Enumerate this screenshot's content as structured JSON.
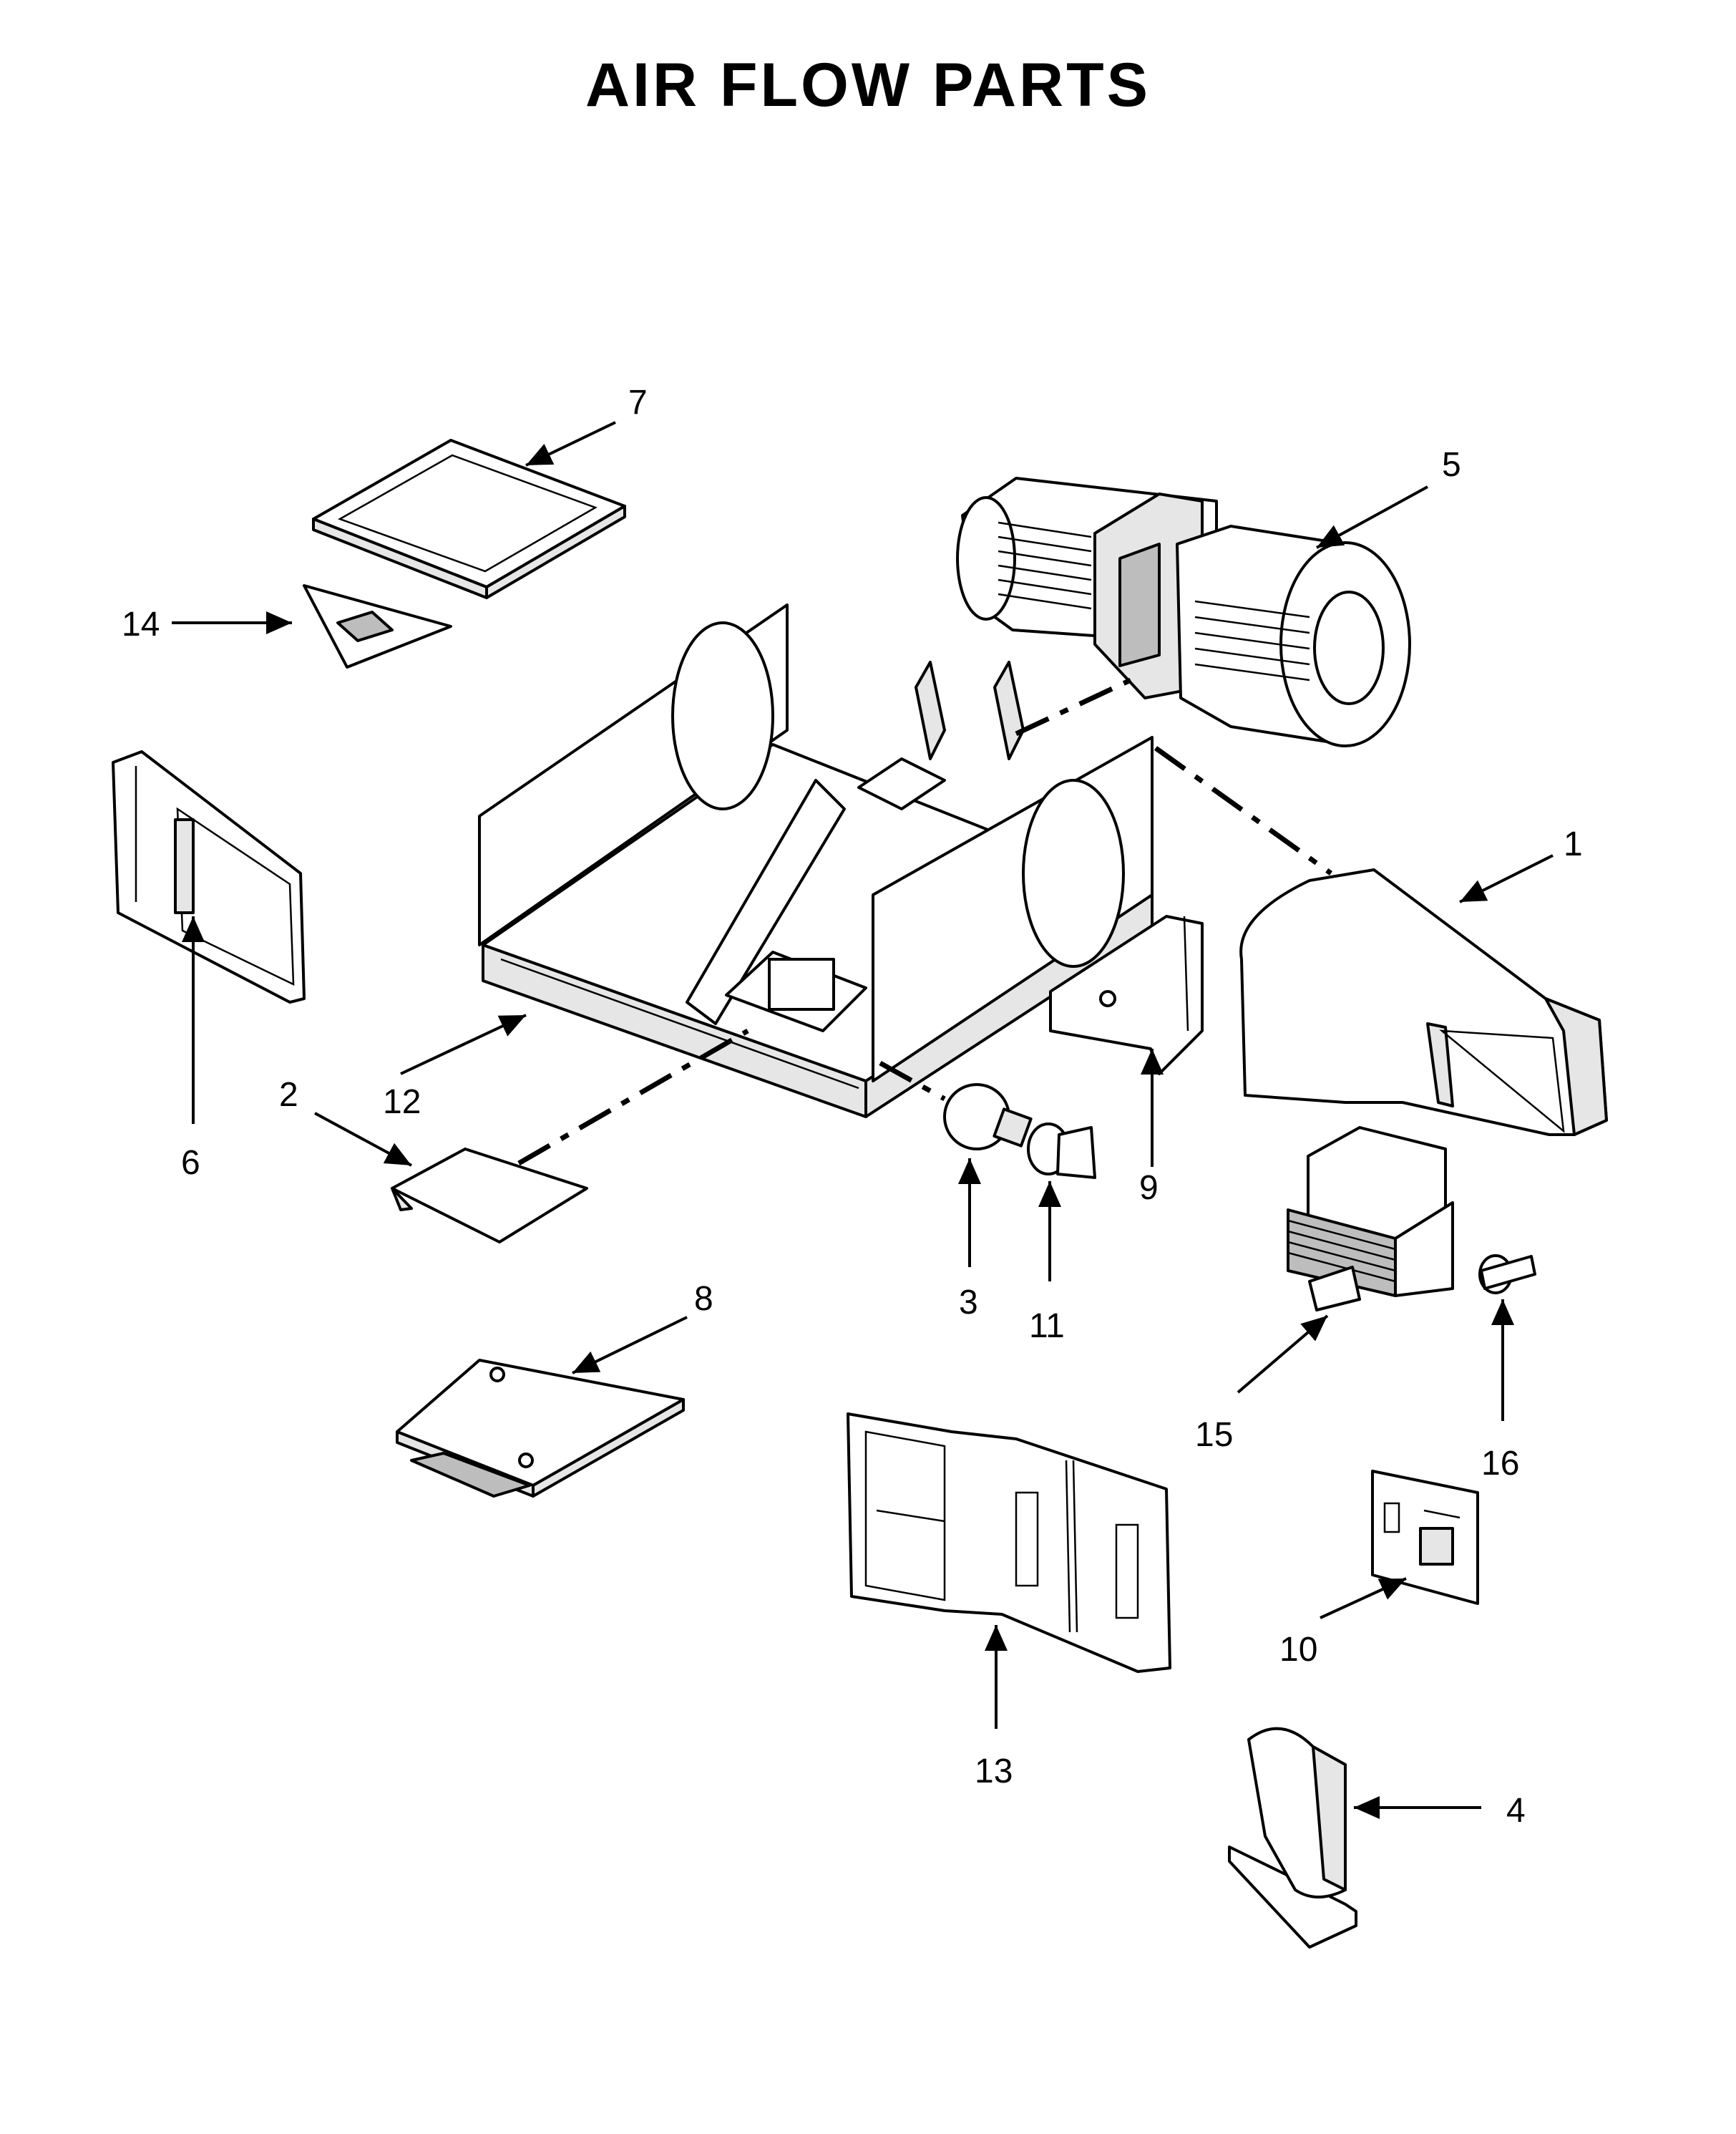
{
  "title": "AIR FLOW PARTS",
  "callouts": [
    {
      "id": "1",
      "label": "1"
    },
    {
      "id": "2",
      "label": "2"
    },
    {
      "id": "3",
      "label": "3"
    },
    {
      "id": "4",
      "label": "4"
    },
    {
      "id": "5",
      "label": "5"
    },
    {
      "id": "6",
      "label": "6"
    },
    {
      "id": "7",
      "label": "7"
    },
    {
      "id": "8",
      "label": "8"
    },
    {
      "id": "9",
      "label": "9"
    },
    {
      "id": "10",
      "label": "10"
    },
    {
      "id": "11",
      "label": "11"
    },
    {
      "id": "12",
      "label": "12"
    },
    {
      "id": "13",
      "label": "13"
    },
    {
      "id": "14",
      "label": "14"
    },
    {
      "id": "15",
      "label": "15"
    },
    {
      "id": "16",
      "label": "16"
    }
  ]
}
